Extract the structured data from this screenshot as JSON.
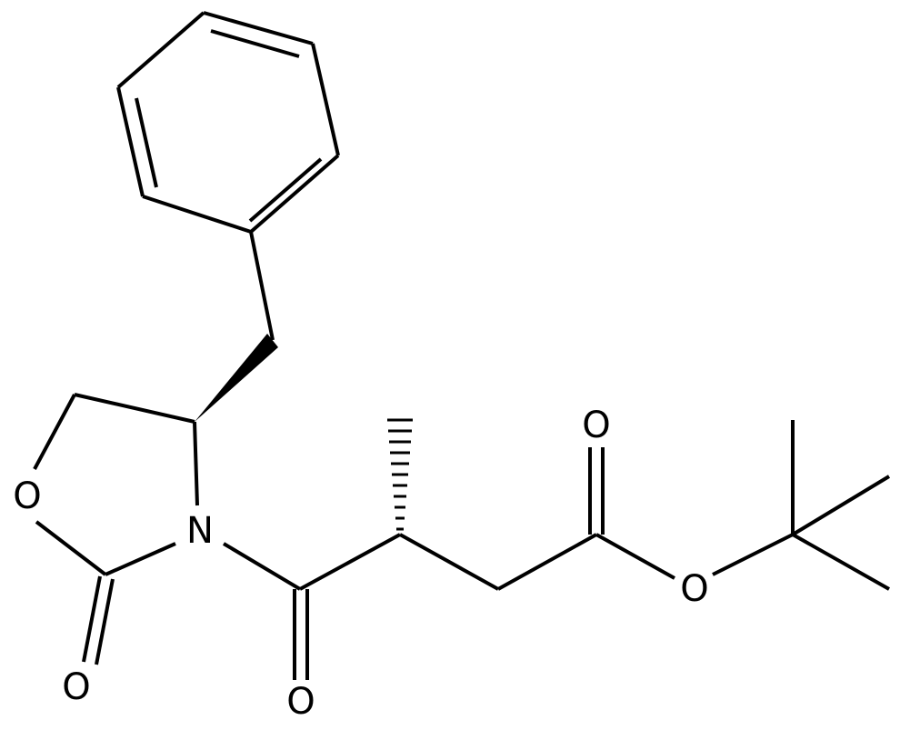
{
  "atom_labels": {
    "ring_oxygen": "O",
    "ring_nitrogen": "N",
    "carbonyl_oxygen_oxazolidinone": "O",
    "carbonyl_oxygen_amide": "O",
    "carbonyl_oxygen_ester": "O",
    "ester_oxygen": "O"
  },
  "colors": {
    "bond": "#000000",
    "background": "#ffffff"
  }
}
